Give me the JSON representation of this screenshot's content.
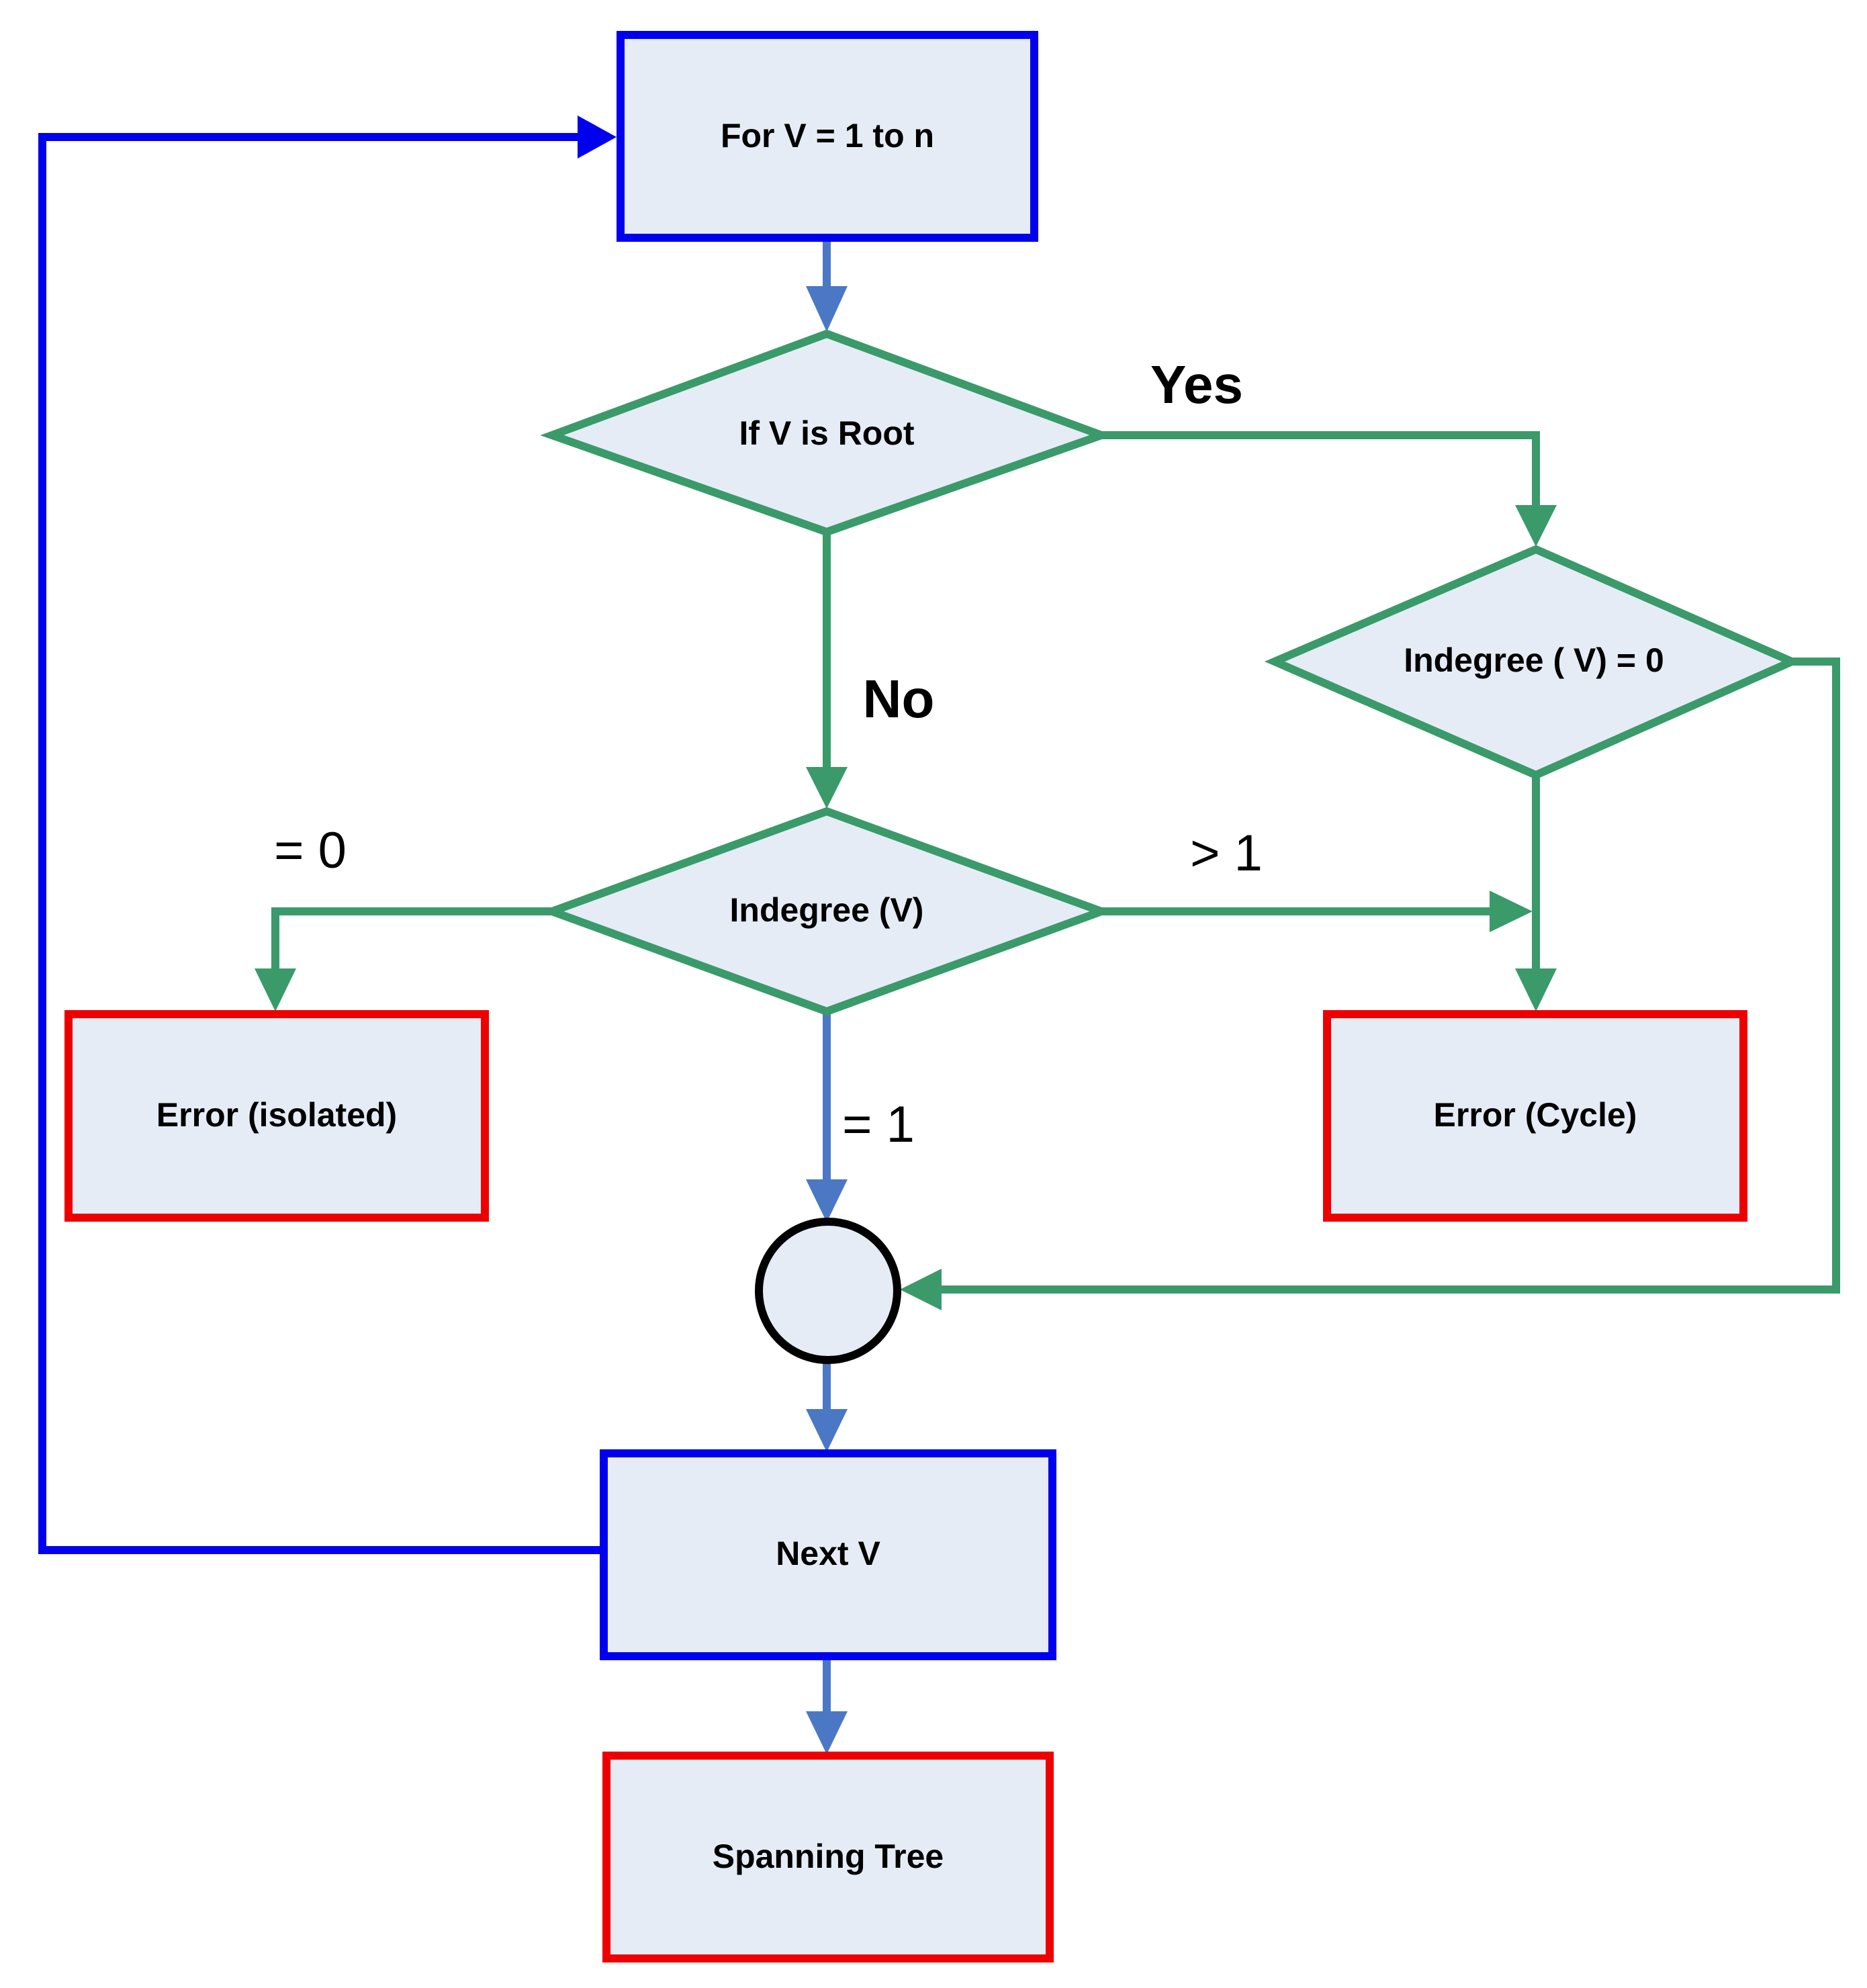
{
  "colors": {
    "fill": "#e6ecf6",
    "blue_border": "#0000ee",
    "red_border": "#ee0000",
    "green": "#3a9a6a",
    "light_blue_arrow": "#4a78c4",
    "black": "#000000"
  },
  "nodes": {
    "loop_start": "For V = 1 to n",
    "is_root": "If V is Root",
    "root_indegree": "Indegree ( V) = 0",
    "indegree": "Indegree (V)",
    "error_isolated": "Error (isolated)",
    "error_cycle": "Error (Cycle)",
    "next_v": "Next V",
    "spanning_tree": "Spanning Tree"
  },
  "edge_labels": {
    "yes": "Yes",
    "no": "No",
    "eq0": "= 0",
    "gt1": "> 1",
    "eq1": "= 1"
  }
}
